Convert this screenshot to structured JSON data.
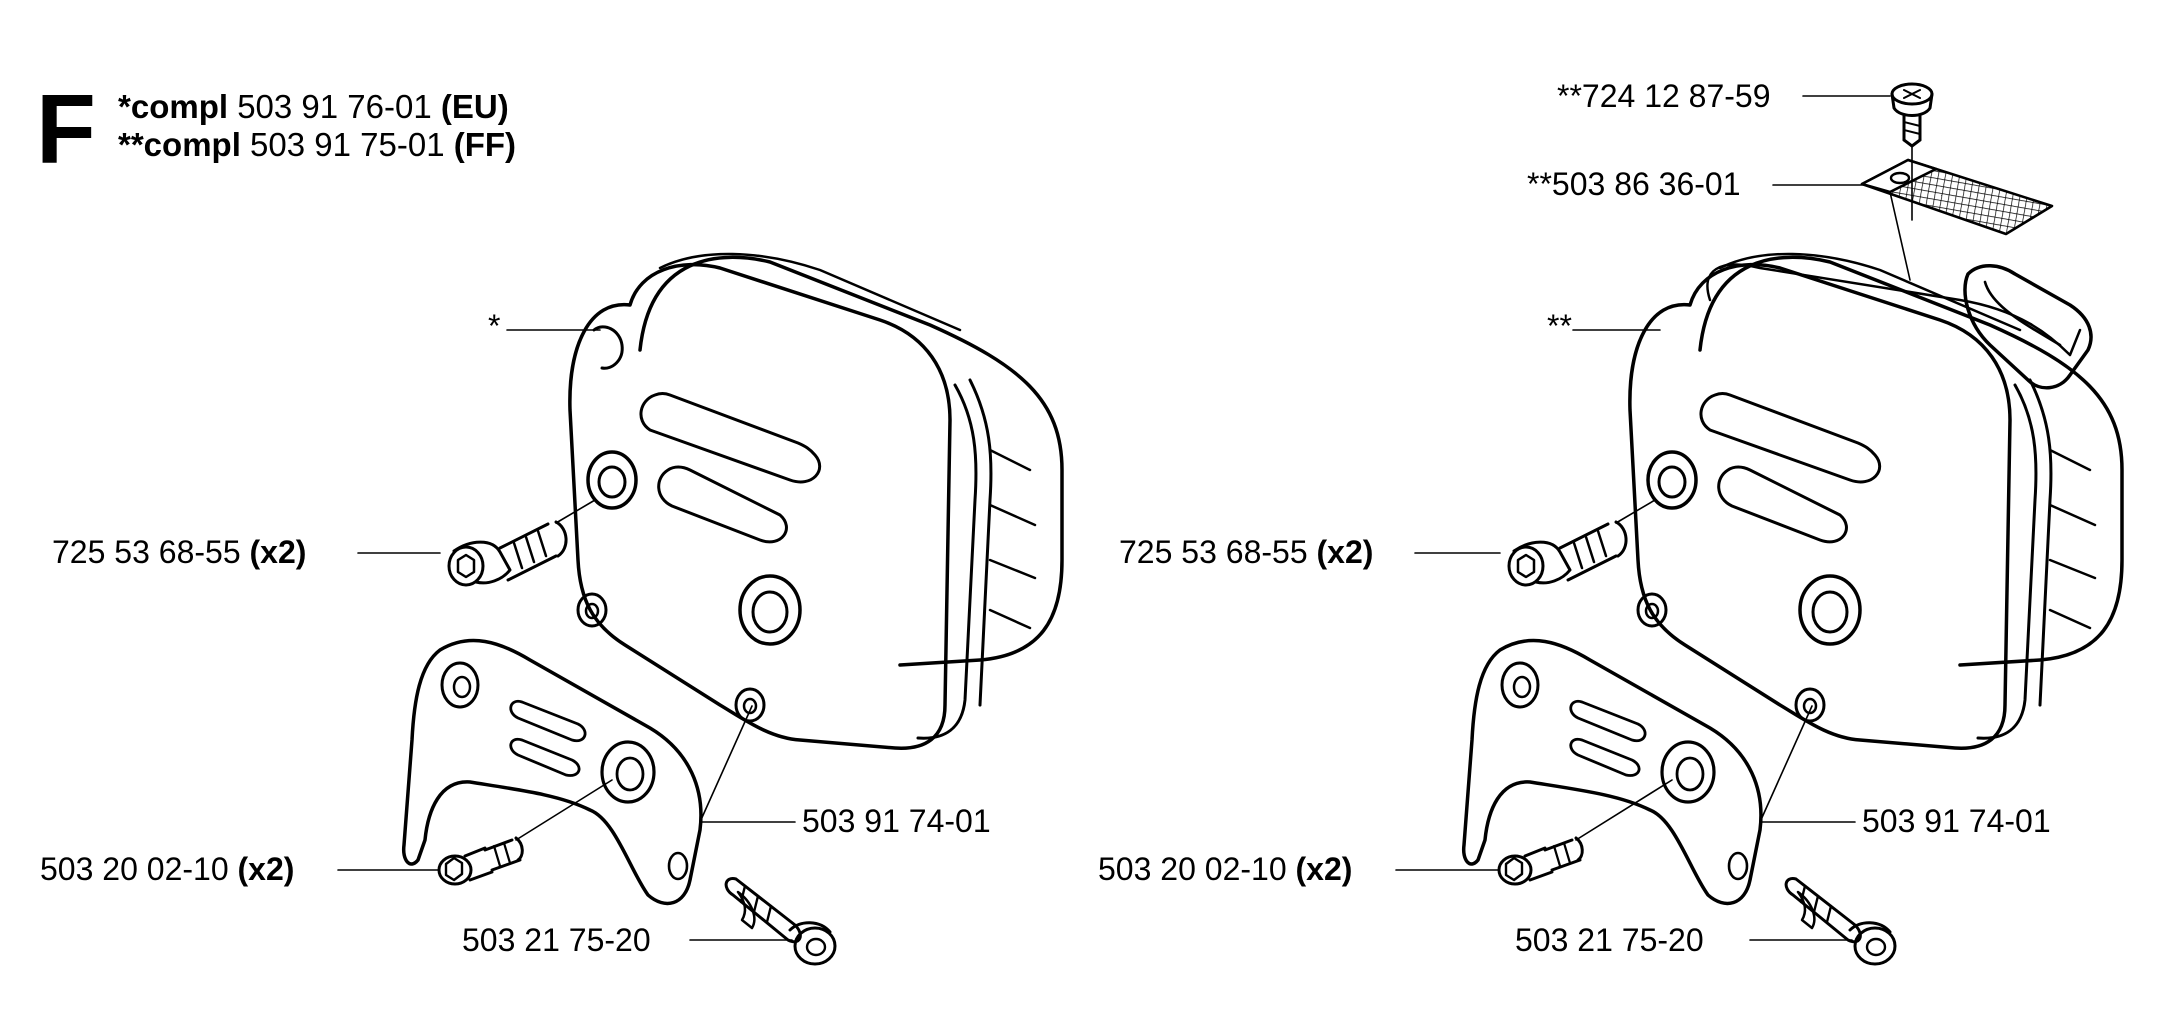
{
  "header": {
    "section_letter": "F",
    "line1": {
      "prefix": "*compl",
      "number": "503 91 76-01",
      "tag": "(EU)"
    },
    "line2": {
      "prefix": "**compl",
      "number": "503 91 75-01",
      "tag": "(FF)"
    }
  },
  "left_assembly": {
    "callout_marker": "*",
    "bolt_label": {
      "part": "725 53 68-55",
      "qty": "(x2)"
    },
    "bracket_label": "503 91 74-01",
    "flange_bolt_label": {
      "part": "503 20 02-10",
      "qty": "(x2)"
    },
    "long_bolt_label": "503 21 75-20"
  },
  "right_assembly": {
    "callout_marker": "**",
    "screw_label": "**724 12 87-59",
    "screen_label": "**503 86 36-01",
    "bolt_label": {
      "part": "725 53 68-55",
      "qty": "(x2)"
    },
    "bracket_label": "503 91 74-01",
    "flange_bolt_label": {
      "part": "503 20 02-10",
      "qty": "(x2)"
    },
    "long_bolt_label": "503 21 75-20"
  }
}
